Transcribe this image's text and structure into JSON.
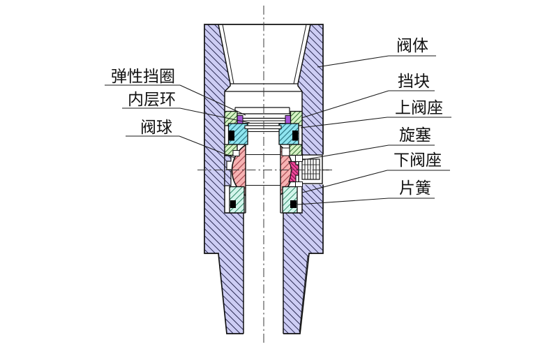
{
  "labels": {
    "left": [
      {
        "text": "弹性挡圈"
      },
      {
        "text": "内层环"
      },
      {
        "text": "阀球"
      }
    ],
    "right": [
      {
        "text": "阀体"
      },
      {
        "text": "挡块"
      },
      {
        "text": "上阀座"
      },
      {
        "text": "旋塞"
      },
      {
        "text": "下阀座"
      },
      {
        "text": "片簧"
      }
    ]
  },
  "colors": {
    "valve_body": "#cdcdf4",
    "upper_seat": "#8fe5f0",
    "lower_seat": "#d3f5eb",
    "valve_ball": "#f6b3b3",
    "plug": "#ee4899",
    "stop_block": "#d6f2c4",
    "circlip": "#a855d8",
    "seal_spring": "#000000",
    "line": "#111111"
  }
}
